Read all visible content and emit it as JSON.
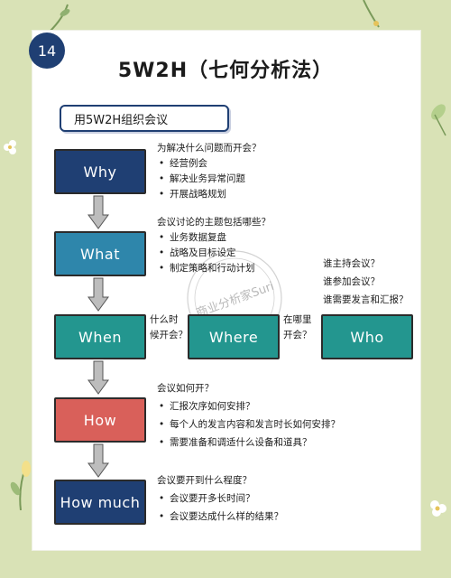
{
  "page_number": "14",
  "title": "5W2H（七何分析法）",
  "subtitle": "用5W2H组织会议",
  "watermark": "商业分析家Suri",
  "colors": {
    "navy": "#1f3f73",
    "blue": "#2e86ab",
    "teal": "#23968f",
    "red": "#d9605a",
    "background": "#d9e2b6"
  },
  "why": {
    "label": "Why",
    "question": "为解决什么问题而开会？",
    "items": [
      "经营例会",
      "解决业务异常问题",
      "开展战略规划"
    ]
  },
  "what": {
    "label": "What",
    "question": "会议讨论的主题包括哪些？",
    "items": [
      "业务数据复盘",
      "战略及目标设定",
      "制定策略和行动计划"
    ]
  },
  "when": {
    "label": "When",
    "question_line1": "什么时",
    "question_line2": "候开会？"
  },
  "where": {
    "label": "Where",
    "question_line1": "在哪里",
    "question_line2": "开会？"
  },
  "who": {
    "label": "Who",
    "questions": [
      "谁主持会议？",
      "谁参加会议？",
      "谁需要发言和汇报？"
    ]
  },
  "how": {
    "label": "How",
    "question": "会议如何开？",
    "items": [
      "汇报次序如何安排？",
      "每个人的发言内容和发言时长如何安排？",
      "需要准备和调适什么设备和道具？"
    ]
  },
  "how_much": {
    "label": "How much",
    "question": "会议要开到什么程度？",
    "items": [
      "会议要开多长时间？",
      "会议要达成什么样的结果？"
    ]
  }
}
